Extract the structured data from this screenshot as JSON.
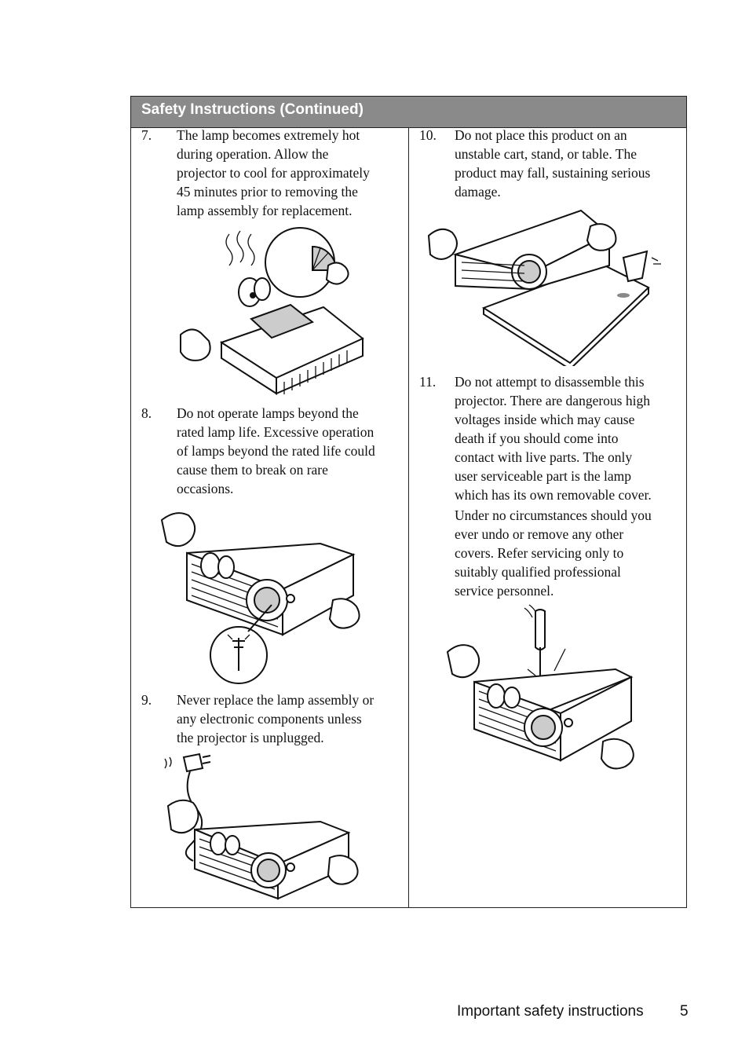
{
  "section_title": "Safety Instructions (Continued)",
  "items": [
    {
      "number": "7.",
      "lines": [
        "The lamp becomes extremely hot",
        "during operation. Allow the",
        "projector to cool for approximately",
        "45 minutes prior to removing the",
        "lamp assembly for replacement."
      ]
    },
    {
      "number": "8.",
      "lines": [
        "Do not operate lamps beyond the",
        "rated lamp life. Excessive operation",
        "of lamps beyond the rated life could",
        "cause them to break on rare",
        "occasions."
      ]
    },
    {
      "number": "9.",
      "lines": [
        "Never replace the lamp assembly or",
        "any electronic components unless",
        "the projector is unplugged."
      ]
    },
    {
      "number": "10.",
      "lines": [
        "Do not place this product on an",
        "unstable cart, stand, or table. The",
        "product may fall, sustaining serious",
        "damage."
      ]
    },
    {
      "number": "11.",
      "lines": [
        "Do not attempt to disassemble this",
        "projector. There are dangerous high",
        "voltages inside which may cause",
        "death if you should come into",
        "contact with live parts. The only",
        "user serviceable part is the lamp",
        "which has its own removable cover.",
        "Under no circumstances should you",
        "ever undo or remove any other",
        "covers. Refer servicing only to",
        "suitably qualified professional",
        "service personnel."
      ]
    }
  ],
  "illustrations": [
    {
      "icon": "hot-projector-icon"
    },
    {
      "icon": "broken-lamp-projector-icon"
    },
    {
      "icon": "unplugged-projector-icon"
    },
    {
      "icon": "falling-projector-icon"
    },
    {
      "icon": "screwdriver-projector-icon"
    }
  ],
  "footer": {
    "label": "Important safety instructions",
    "page_number": "5"
  }
}
